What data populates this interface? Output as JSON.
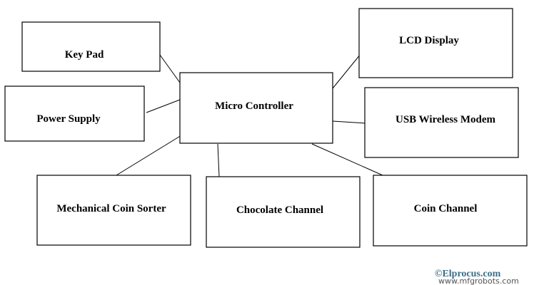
{
  "blocks": {
    "micro_controller": "Micro Controller",
    "key_pad": "Key Pad",
    "power_supply": "Power Supply",
    "lcd_display": "LCD Display",
    "usb_wireless_modem": "USB Wireless Modem",
    "mechanical_coin_sorter": "Mechanical Coin Sorter",
    "chocolate_channel": "Chocolate Channel",
    "coin_channel": "Coin Channel"
  },
  "watermark": {
    "primary": "©Elprocus.com",
    "secondary": "www.mfgrobots.com"
  },
  "colors": {
    "stroke": "#000000",
    "watermark_primary": "#3a6e86",
    "watermark_secondary": "#555555"
  }
}
